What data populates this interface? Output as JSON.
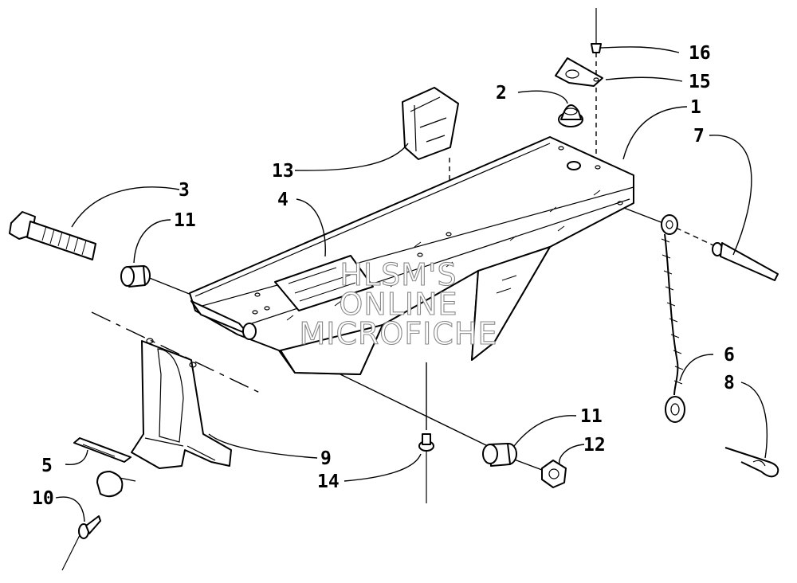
{
  "watermark": {
    "line1": "HLSM'S",
    "line2": "ONLINE",
    "line3": "MICROFICHE"
  },
  "callouts": {
    "c1": "1",
    "c2": "2",
    "c3": "3",
    "c4": "4",
    "c5": "5",
    "c6": "6",
    "c7": "7",
    "c8": "8",
    "c9": "9",
    "c10": "10",
    "c11a": "11",
    "c11b": "11",
    "c12": "12",
    "c13": "13",
    "c14": "14",
    "c15": "15",
    "c16": "16"
  },
  "parts": {
    "base-plate": "1",
    "grommet": "2",
    "bolt": "3",
    "decal": "4",
    "pad": "5",
    "tether": "6",
    "pin": "7",
    "hair-pin": "8",
    "bracket": "9",
    "knob-rivet": "10",
    "bushing": "11",
    "nut": "12",
    "clip": "13",
    "rivet": "14",
    "plate": "15",
    "screw": "16"
  }
}
